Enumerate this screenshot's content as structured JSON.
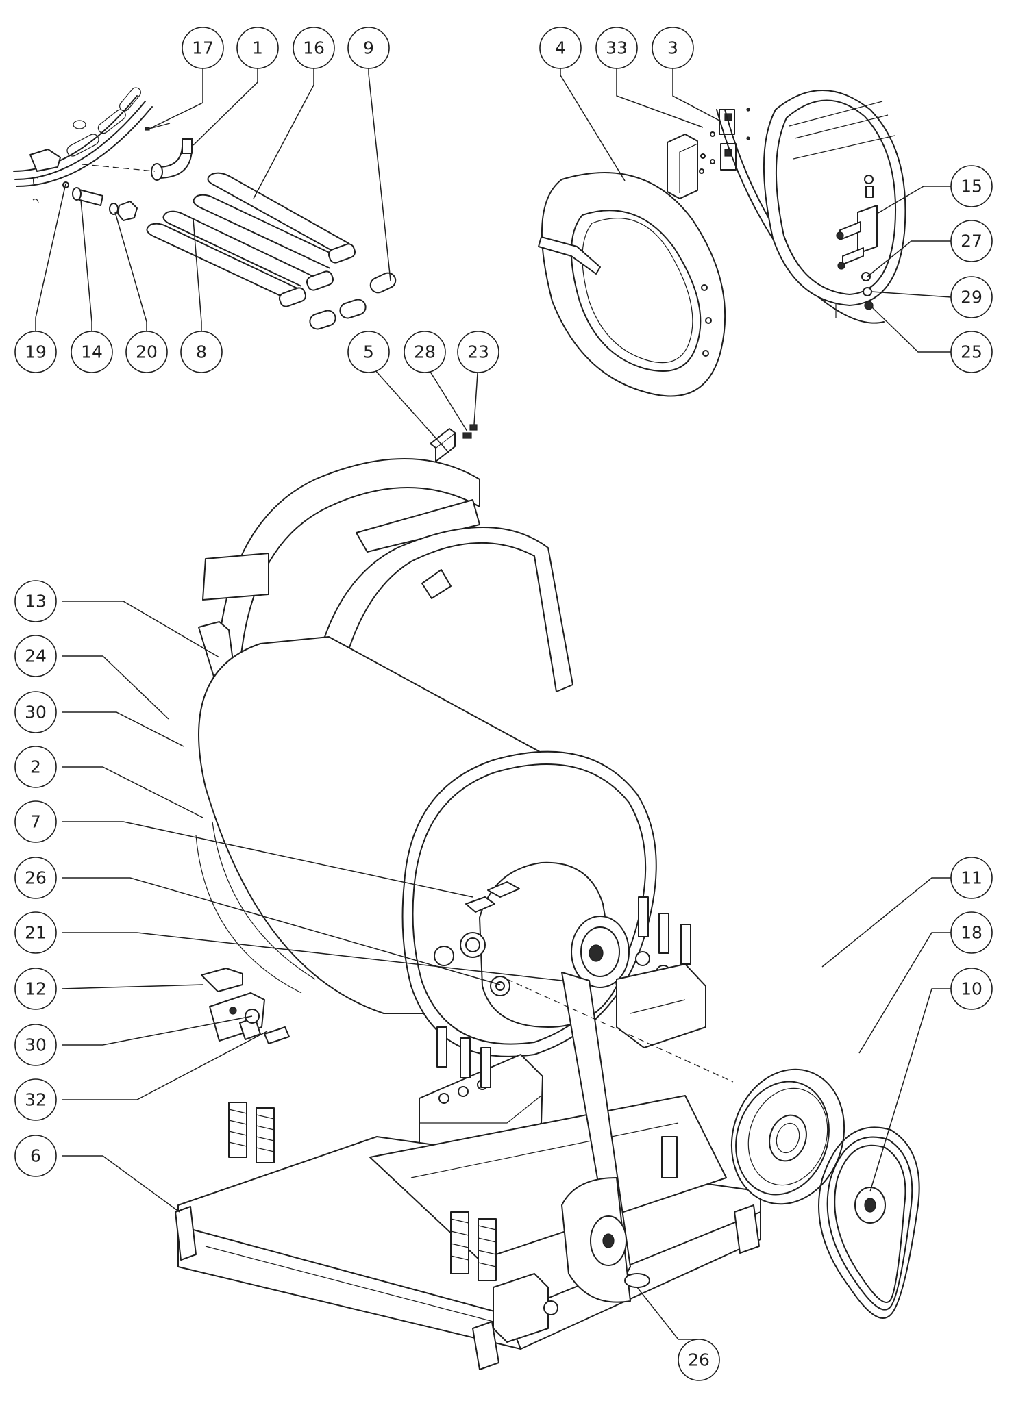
{
  "diagram": {
    "callouts": [
      {
        "id": "c17",
        "label": "17"
      },
      {
        "id": "c1",
        "label": "1"
      },
      {
        "id": "c16",
        "label": "16"
      },
      {
        "id": "c9",
        "label": "9"
      },
      {
        "id": "c19",
        "label": "19"
      },
      {
        "id": "c14",
        "label": "14"
      },
      {
        "id": "c20",
        "label": "20"
      },
      {
        "id": "c8",
        "label": "8"
      },
      {
        "id": "c4",
        "label": "4"
      },
      {
        "id": "c33",
        "label": "33"
      },
      {
        "id": "c3",
        "label": "3"
      },
      {
        "id": "c15",
        "label": "15"
      },
      {
        "id": "c27",
        "label": "27"
      },
      {
        "id": "c29",
        "label": "29"
      },
      {
        "id": "c25",
        "label": "25"
      },
      {
        "id": "c5",
        "label": "5"
      },
      {
        "id": "c28",
        "label": "28"
      },
      {
        "id": "c23",
        "label": "23"
      },
      {
        "id": "c13",
        "label": "13"
      },
      {
        "id": "c24",
        "label": "24"
      },
      {
        "id": "c30a",
        "label": "30"
      },
      {
        "id": "c2",
        "label": "2"
      },
      {
        "id": "c7",
        "label": "7"
      },
      {
        "id": "c26a",
        "label": "26"
      },
      {
        "id": "c21",
        "label": "21"
      },
      {
        "id": "c12",
        "label": "12"
      },
      {
        "id": "c30b",
        "label": "30"
      },
      {
        "id": "c32",
        "label": "32"
      },
      {
        "id": "c6",
        "label": "6"
      },
      {
        "id": "c11",
        "label": "11"
      },
      {
        "id": "c18",
        "label": "18"
      },
      {
        "id": "c10",
        "label": "10"
      },
      {
        "id": "c26b",
        "label": "26"
      }
    ]
  }
}
